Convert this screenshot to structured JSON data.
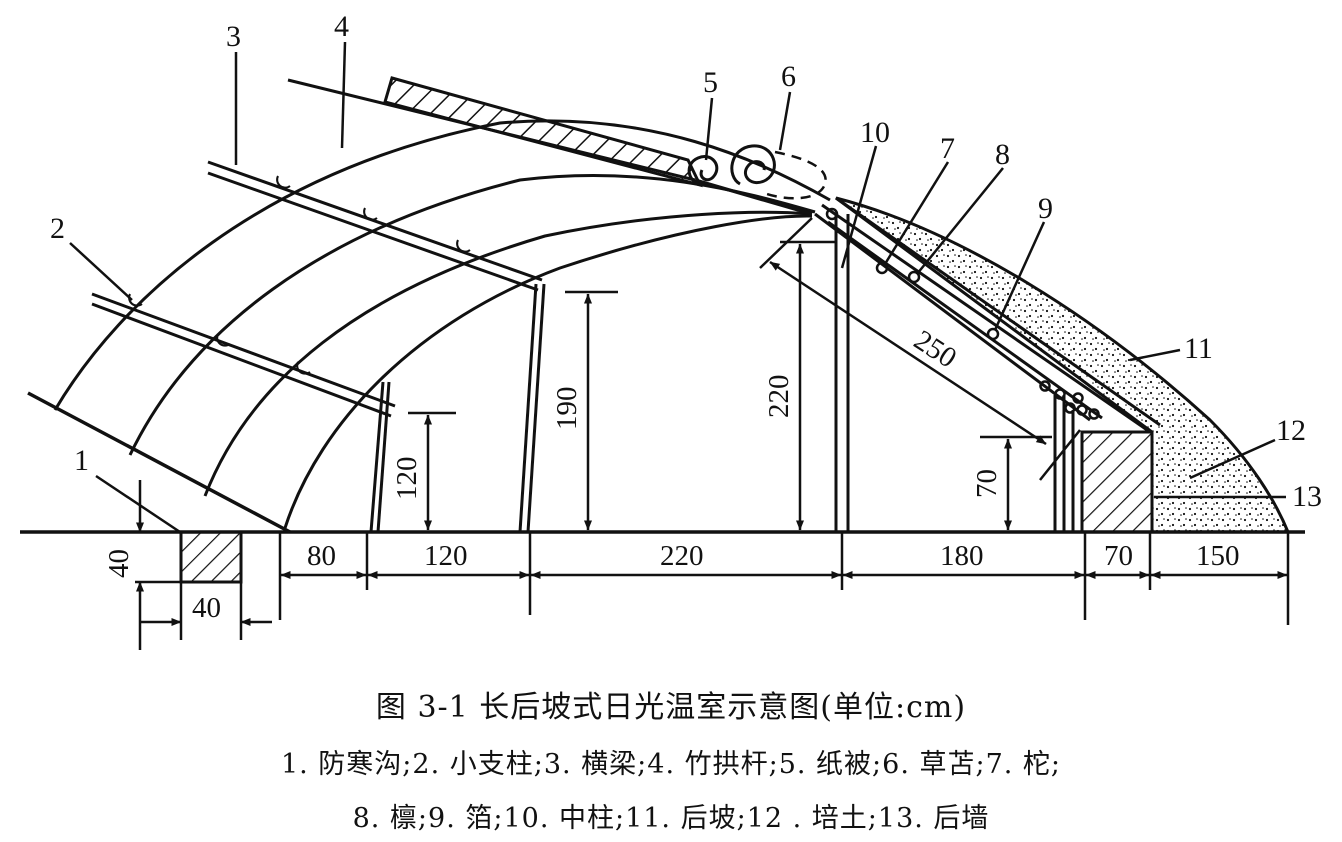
{
  "figure": {
    "title": "图 3-1    长后坡式日光温室示意图(单位:cm)",
    "legend_line_1": "1. 防寒沟;2. 小支柱;3. 横梁;4. 竹拱杆;5. 纸被;6. 草苫;7. 柁;",
    "legend_line_2": "8. 檩;9. 箔;10. 中柱;11. 后坡;12 . 培土;13. 后墙"
  },
  "callouts": {
    "c1": "1",
    "c2": "2",
    "c3": "3",
    "c4": "4",
    "c5": "5",
    "c6": "6",
    "c7": "7",
    "c8": "8",
    "c9": "9",
    "c10": "10",
    "c11": "11",
    "c12": "12",
    "c13": "13"
  },
  "dimensions": {
    "trench_depth": "40",
    "trench_width": "40",
    "span_80": "80",
    "span_120": "120",
    "span_220": "220",
    "span_180": "180",
    "span_70": "70",
    "span_150": "150",
    "height_120": "120",
    "height_190": "190",
    "height_220": "220",
    "height_70": "70",
    "slope_250": "250"
  },
  "colors": {
    "ink": "#111111",
    "background": "#ffffff"
  }
}
